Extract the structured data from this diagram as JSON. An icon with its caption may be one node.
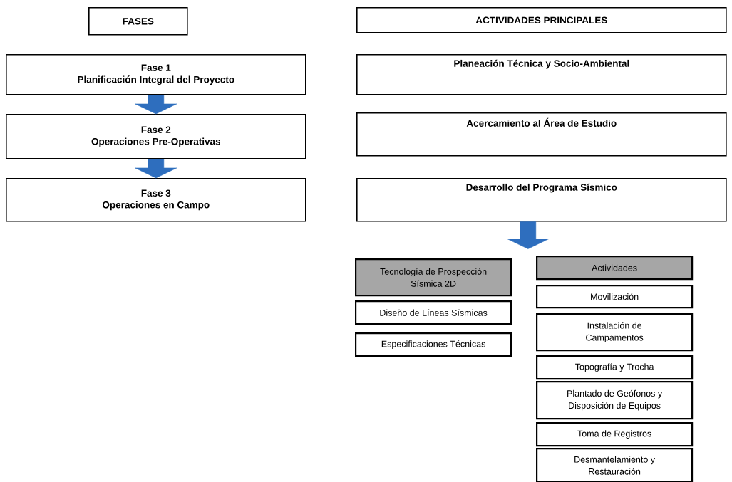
{
  "diagram": {
    "nodes": [
      {
        "text": [
          "FASES"
        ]
      },
      {
        "text": [
          "ACTIVIDADES PRINCIPALES"
        ]
      },
      {
        "text": [
          "Fase 1",
          "Planificación Integral del Proyecto"
        ]
      },
      {
        "text": [
          "Planeación Técnica y Socio-Ambiental"
        ]
      },
      {
        "text": [
          "Fase 2",
          "Operaciones Pre-Operativas"
        ]
      },
      {
        "text": [
          "Acercamiento al Área de Estudio"
        ]
      },
      {
        "text": [
          "Fase 3",
          "Operaciones en Campo"
        ]
      },
      {
        "text": [
          "Desarrollo del Programa Sísmico"
        ]
      },
      {
        "text": [
          "Tecnología de Prospección Sísmica 2D"
        ]
      },
      {
        "text": [
          "Diseño de Líneas Sísmicas"
        ]
      },
      {
        "text": [
          "Especificaciones Técnicas"
        ]
      },
      {
        "text": [
          "Actividades"
        ]
      },
      {
        "text": [
          "Movilización"
        ]
      },
      {
        "text": [
          "Instalación de Campamentos"
        ]
      },
      {
        "text": [
          "Topografía y Trocha"
        ]
      },
      {
        "text": [
          "Plantado de Geófonos y Disposición de Equipos"
        ]
      },
      {
        "text": [
          "Toma de Registros"
        ]
      },
      {
        "text": [
          "Desmantelamiento y Restauración"
        ]
      }
    ],
    "edges": [
      {
        "from": 2,
        "to": 4,
        "arrow": "to"
      },
      {
        "from": 4,
        "to": 6,
        "arrow": "to"
      },
      {
        "from": 7,
        "to": null,
        "arrow": "to"
      }
    ]
  }
}
